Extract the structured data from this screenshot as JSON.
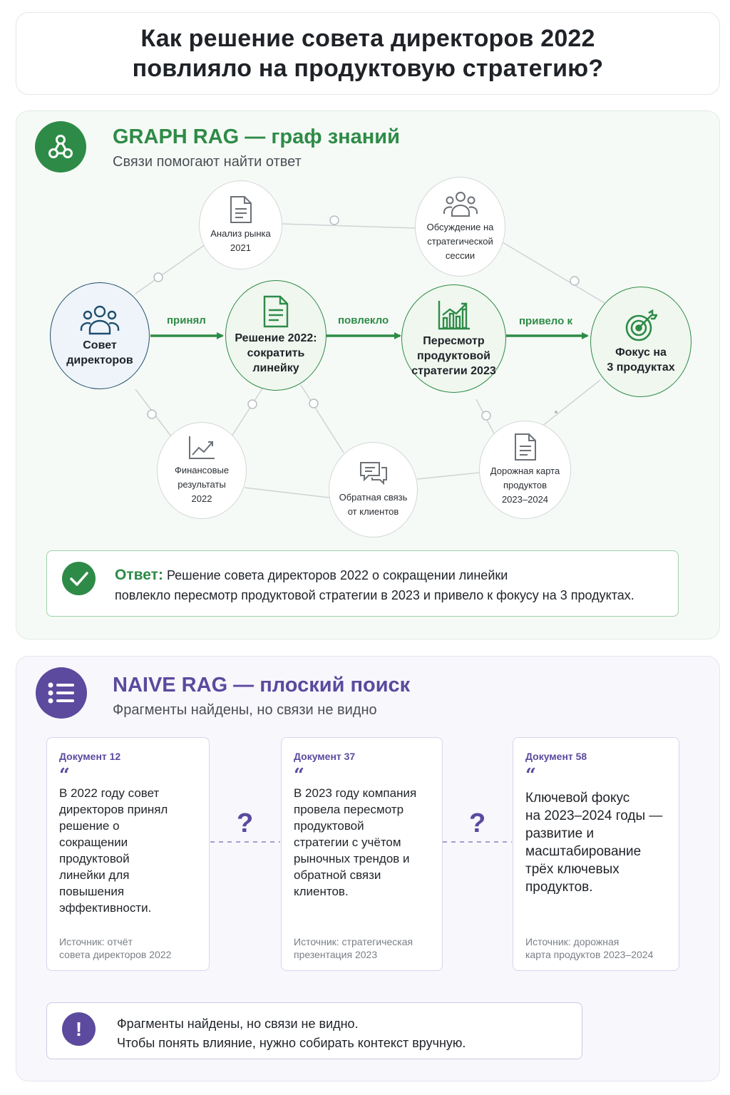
{
  "title": "Как решение совета директоров 2022\nповлияло на продуктовую стратегию?",
  "graph_section": {
    "title": "GRAPH RAG — граф знаний",
    "subtitle": "Связи помогают найти ответ",
    "icon": "graph-network-icon",
    "accent": "#2e8b47",
    "main_nodes": [
      {
        "label": "Совет\nдиректоров",
        "icon": "people-icon"
      },
      {
        "label": "Решение 2022:\nсократить\nлинейку",
        "icon": "document-icon"
      },
      {
        "label": "Пересмотр\nпродуктовой\nстратегии 2023",
        "icon": "bar-chart-icon"
      },
      {
        "label": "Фокус на\n3 продуктах",
        "icon": "target-icon"
      }
    ],
    "edges": [
      "принял",
      "повлекло",
      "привело к"
    ],
    "context_nodes": [
      {
        "label": "Анализ рынка\n2021",
        "icon": "document-icon"
      },
      {
        "label": "Обсуждение на\nстратегической\nсессии",
        "icon": "group-icon"
      },
      {
        "label": "Финансовые\nрезультаты\n2022",
        "icon": "line-chart-icon"
      },
      {
        "label": "Обратная связь\nот клиентов",
        "icon": "chat-icon"
      },
      {
        "label": "Дорожная карта\nпродуктов\n2023–2024",
        "icon": "document-icon"
      }
    ],
    "answer": {
      "label": "Ответ:",
      "line1": "Решение совета директоров 2022 о сокращении линейки",
      "line2": "повлекло пересмотр продуктовой стратегии в 2023 и привело к фокусу на 3 продуктах."
    }
  },
  "naive_section": {
    "title": "NAIVE RAG — плоский поиск",
    "subtitle": "Фрагменты найдены, но связи не видно",
    "icon": "list-icon",
    "accent": "#5b4a9e",
    "documents": [
      {
        "name": "Документ 12",
        "text": "В 2022 году совет\nдиректоров принял\nрешение о\nсокращении\nпродуктовой\nлинейки для\nповышения\nэффективности.",
        "source": "Источник: отчёт\nсовета директоров 2022"
      },
      {
        "name": "Документ 37",
        "text": "В 2023 году компания\nпровела пересмотр\nпродуктовой\nстратегии с учётом\nрыночных трендов и\nобратной связи\nклиентов.",
        "source": "Источник: стратегическая\nпрезентация 2023"
      },
      {
        "name": "Документ 58",
        "text": "Ключевой фокус\nна 2023–2024 годы —\nразвитие и\nмасштабирование\nтрёх ключевых\nпродуктов.",
        "source": "Источник: дорожная\nкарта продуктов 2023–2024"
      }
    ],
    "question_mark": "?",
    "warning": "Фрагменты найдены, но связи не видно.\nЧтобы понять влияние, нужно собирать контекст вручную."
  }
}
